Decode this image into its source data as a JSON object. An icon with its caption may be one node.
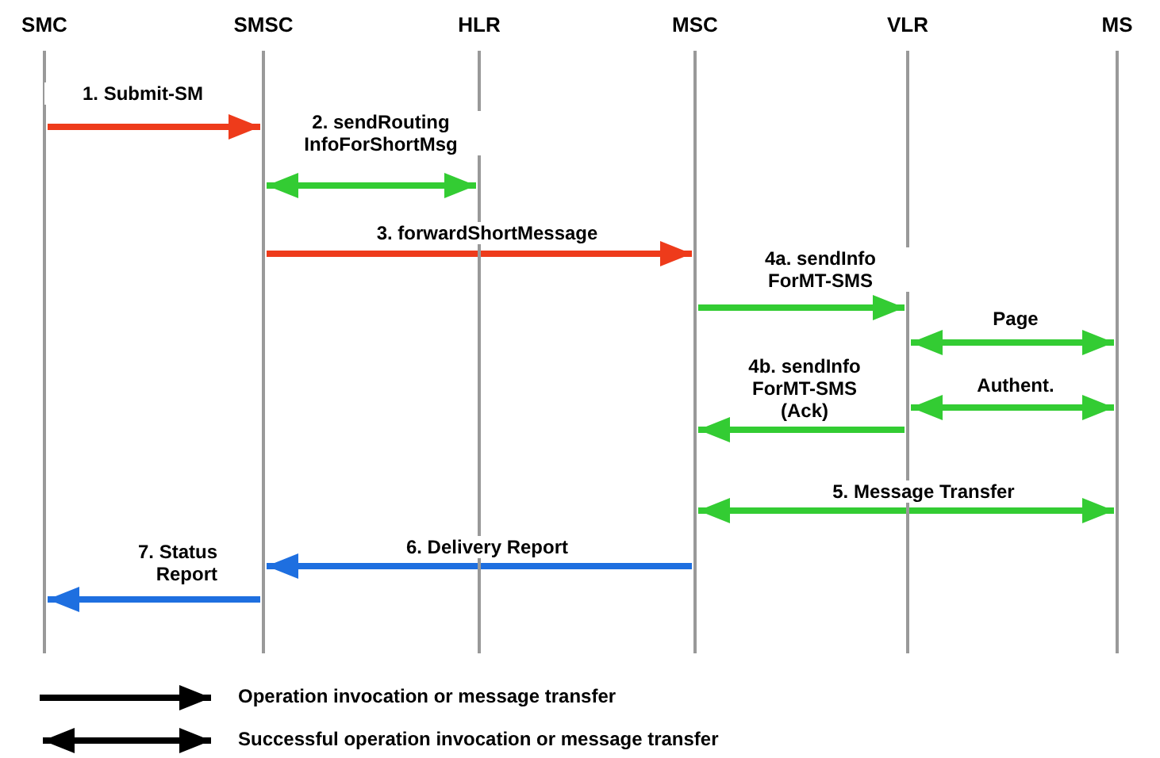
{
  "diagram": {
    "nodes": [
      {
        "text": [
          "SMC"
        ]
      },
      {
        "text": [
          "SMSC"
        ]
      },
      {
        "text": [
          "HLR"
        ]
      },
      {
        "text": [
          "MSC"
        ]
      },
      {
        "text": [
          "VLR"
        ]
      },
      {
        "text": [
          "MS"
        ]
      }
    ],
    "edges": [
      {
        "from": 0,
        "to": 1,
        "arrow": "to",
        "label": "1. Submit-SM",
        "color": "#ee3b1b"
      },
      {
        "from": 1,
        "to": 2,
        "arrow": "both",
        "label": "2. sendRouting InfoForShortMsg"
      },
      {
        "from": 1,
        "to": 3,
        "arrow": "to",
        "label": "3. forwardShortMessage",
        "color": "#ee3b1b"
      },
      {
        "from": 3,
        "to": 4,
        "arrow": "to",
        "label": "4a. sendInfo ForMT-SMS"
      },
      {
        "from": 4,
        "to": 5,
        "arrow": "both",
        "label": "Page"
      },
      {
        "from": 4,
        "to": 5,
        "arrow": "both",
        "label": "Authent."
      },
      {
        "from": 4,
        "to": 3,
        "arrow": "to",
        "label": "4b. sendInfo ForMT-SMS (Ack)"
      },
      {
        "from": 3,
        "to": 5,
        "arrow": "both",
        "label": "5. Message Transfer"
      },
      {
        "from": 3,
        "to": 1,
        "arrow": "to",
        "label": "6. Delivery Report",
        "color": "#1e6fe0"
      },
      {
        "from": 1,
        "to": 0,
        "arrow": "to",
        "label": "7. Status Report",
        "color": "#1e6fe0"
      }
    ],
    "legend": [
      {
        "text": "Operation invocation or message transfer"
      },
      {
        "text": "Successful operation invocation or message transfer"
      }
    ]
  }
}
